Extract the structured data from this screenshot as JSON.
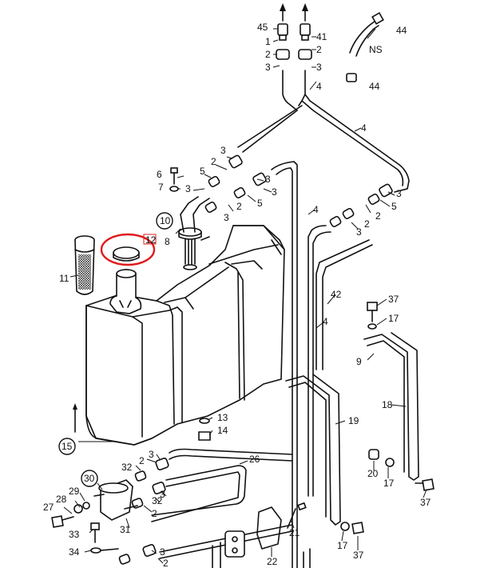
{
  "diagram": {
    "highlight_color": "#e01b1b",
    "labels": {
      "l45": "45",
      "l41": "41",
      "l44a": "44",
      "l44b": "44",
      "lNS": "NS",
      "l1": "1",
      "l2a": "2",
      "l2b": "2",
      "l3a": "3",
      "l3b": "3",
      "l4a": "4",
      "l4b": "4",
      "l4c": "4",
      "l4d": "4",
      "l6": "6",
      "l7": "7",
      "l8": "8",
      "l10": "10",
      "l12": "12",
      "l11": "11",
      "l2c": "2",
      "l5a": "5",
      "l3c": "3",
      "l3d": "3",
      "l3e": "3",
      "l2d": "2",
      "l5b": "5",
      "l3f": "3",
      "l3g": "3",
      "l2e": "2",
      "l5c": "5",
      "l3h": "3",
      "l2f": "2",
      "l3i": "3",
      "l42": "42",
      "l37a": "37",
      "l17a": "17",
      "l9": "9",
      "l18": "18",
      "l19": "19",
      "l13": "13",
      "l14": "14",
      "l15": "15",
      "l32a": "32",
      "l2g": "2",
      "l3j": "3",
      "l26": "26",
      "l30": "30",
      "l29": "29",
      "l28": "28",
      "l27": "27",
      "l32b": "32",
      "l2h": "2",
      "l3k": "3",
      "l33": "33",
      "l31": "31",
      "l34": "34",
      "l3l": "3",
      "l2i": "2",
      "l21": "21",
      "l22": "22",
      "l17b": "17",
      "l37b": "37",
      "l20": "20",
      "l17c": "17",
      "l37c": "37"
    }
  }
}
